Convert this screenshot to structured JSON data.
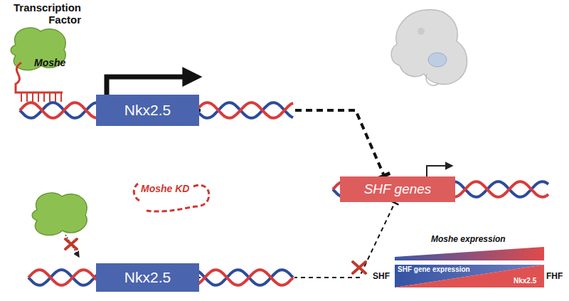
{
  "diagram": {
    "nodes": [
      {
        "text": [
          "Nkx2.5"
        ]
      },
      {
        "text": [
          "SHF genes"
        ]
      },
      {
        "text": [
          "Nkx2.5"
        ]
      }
    ],
    "edges": [
      {
        "from": 0,
        "to": 1,
        "arrow": "to"
      },
      {
        "from": 2,
        "to": 1,
        "arrow": "to"
      }
    ],
    "labels": [
      "Transcription Factor",
      "Moshe",
      "Moshe KD",
      "Moshe expression",
      "SHF",
      "SHF gene expression",
      "Nkx2.5",
      "FHF"
    ]
  }
}
